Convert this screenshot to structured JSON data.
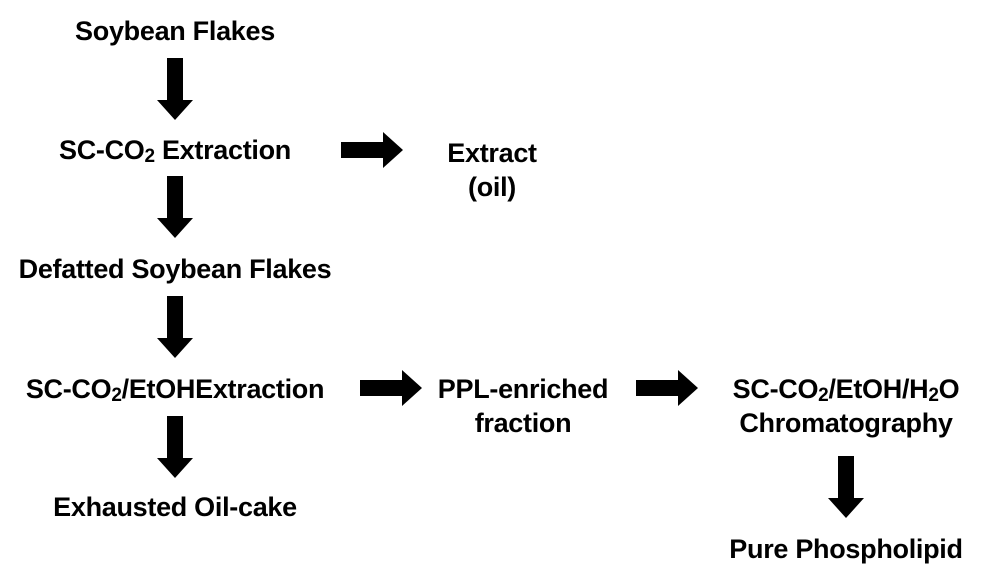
{
  "nodes": {
    "soybean_flakes": "Soybean Flakes",
    "sc_co2_extraction": {
      "prefix": "SC-CO",
      "sub": "2",
      "suffix": " Extraction"
    },
    "extract": {
      "line1": "Extract",
      "line2": "(oil)"
    },
    "defatted_flakes": "Defatted Soybean Flakes",
    "etoh_extraction": {
      "prefix": "SC-CO",
      "sub": "2",
      "suffix": "/EtOHExtraction"
    },
    "exhausted_cake": "Exhausted Oil-cake",
    "ppl_fraction": {
      "line1": "PPL-enriched",
      "line2": "fraction"
    },
    "chromatography": {
      "line1_prefix": "SC-CO",
      "line1_sub1": "2",
      "line1_mid": "/EtOH/H",
      "line1_sub2": "2",
      "line1_suffix": "O",
      "line2": "Chromatography"
    },
    "pure_phospholipid": "Pure Phospholipid"
  },
  "colors": {
    "arrow": "#000000",
    "text": "#000000",
    "background": "#ffffff"
  }
}
